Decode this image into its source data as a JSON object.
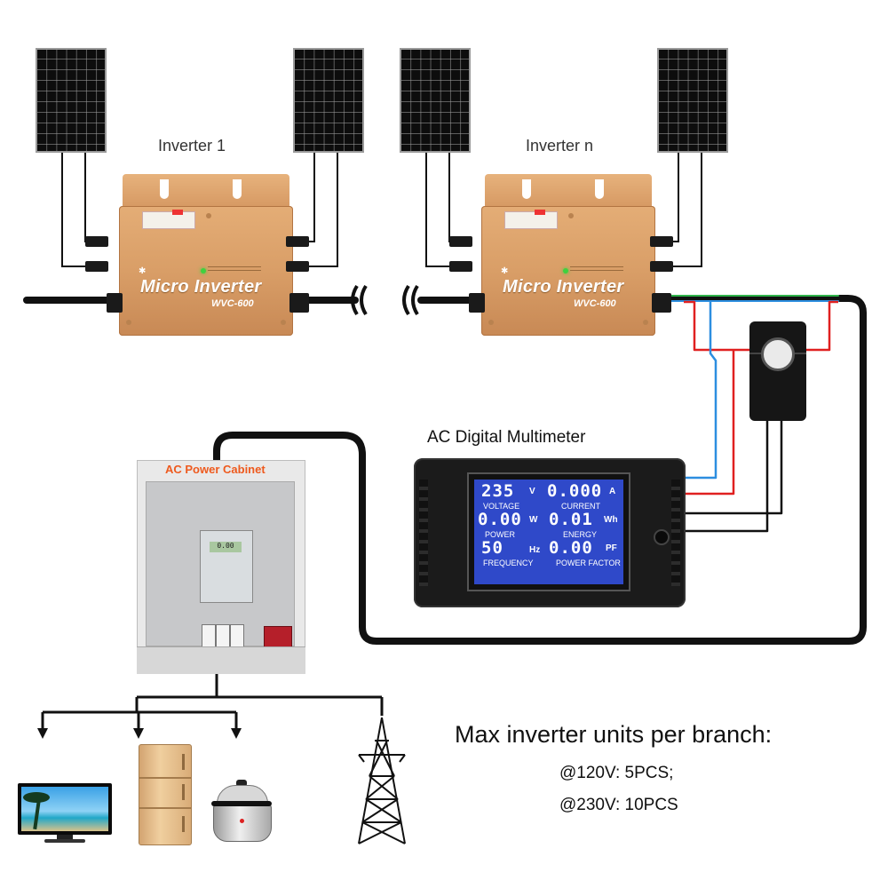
{
  "labels": {
    "inverter_1": "Inverter 1",
    "inverter_n": "Inverter n",
    "multimeter_title": "AC Digital Multimeter",
    "cabinet_title": "AC Power Cabinet"
  },
  "inverter": {
    "brand": "Micro Inverter",
    "model": "WVC-600"
  },
  "cabinet": {
    "meter_reading": "0.00"
  },
  "multimeter": {
    "voltage": {
      "value": "235",
      "unit": "V",
      "caption": "VOLTAGE"
    },
    "current": {
      "value": "0.000",
      "unit": "A",
      "caption": "CURRENT"
    },
    "power": {
      "value": "0.00",
      "unit": "W",
      "caption": "POWER"
    },
    "energy": {
      "value": "0.01",
      "unit": "Wh",
      "caption": "ENERGY"
    },
    "frequency": {
      "value": "50",
      "unit": "Hz",
      "caption": "FREQUENCY"
    },
    "power_factor": {
      "value": "0.00",
      "unit": "PF",
      "caption": "POWER FACTOR"
    }
  },
  "info": {
    "heading": "Max inverter units per branch:",
    "line_120": "@120V: 5PCS;",
    "line_230": "@230V: 10PCS"
  },
  "colors": {
    "wire_black": "#111111",
    "wire_red": "#e02020",
    "wire_blue": "#2c8ee0",
    "wire_green": "#2fb34a",
    "inverter_gold": "#d99e67",
    "lcd_blue": "#2f49c9",
    "cabinet_title": "#ee5a1e"
  }
}
